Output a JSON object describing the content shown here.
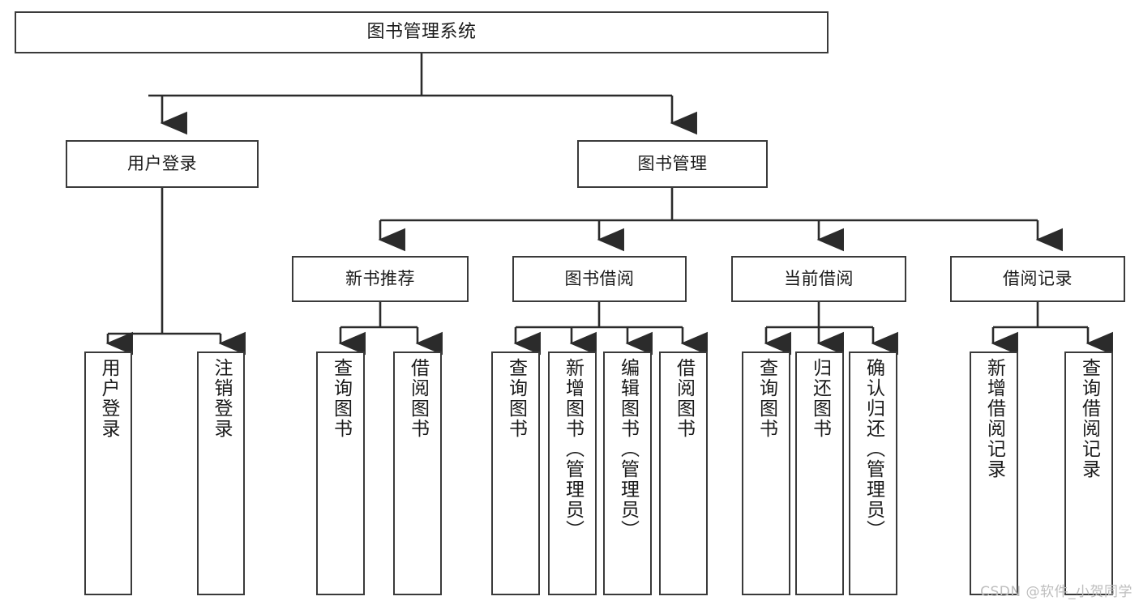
{
  "diagram": {
    "title": "图书管理系统",
    "watermark": "CSDN @软件_小贺同学",
    "colors": {
      "box_border": "#3a3a3a",
      "box_fill": "#ffffff",
      "edge": "#2b2b2b",
      "text": "#1b1b1b",
      "watermark": "#bdbdbd",
      "background": "#ffffff"
    },
    "root": {
      "label": "图书管理系统"
    },
    "level1": [
      {
        "label": "用户登录"
      },
      {
        "label": "图书管理"
      }
    ],
    "level2": [
      {
        "label": "新书推荐"
      },
      {
        "label": "图书借阅"
      },
      {
        "label": "当前借阅"
      },
      {
        "label": "借阅记录"
      }
    ],
    "leaves": {
      "user_login": [
        {
          "label": "用户登录"
        },
        {
          "label": "注销登录"
        }
      ],
      "new_book_recommend": [
        {
          "label": "查询图书"
        },
        {
          "label": "借阅图书"
        }
      ],
      "book_borrow": [
        {
          "label": "查询图书"
        },
        {
          "label": "新增图书（管理员）"
        },
        {
          "label": "编辑图书（管理员）"
        },
        {
          "label": "借阅图书"
        }
      ],
      "current_borrow": [
        {
          "label": "查询图书"
        },
        {
          "label": "归还图书"
        },
        {
          "label": "确认归还（管理员）"
        }
      ],
      "borrow_record": [
        {
          "label": "新增借阅记录"
        },
        {
          "label": "查询借阅记录"
        }
      ]
    }
  }
}
